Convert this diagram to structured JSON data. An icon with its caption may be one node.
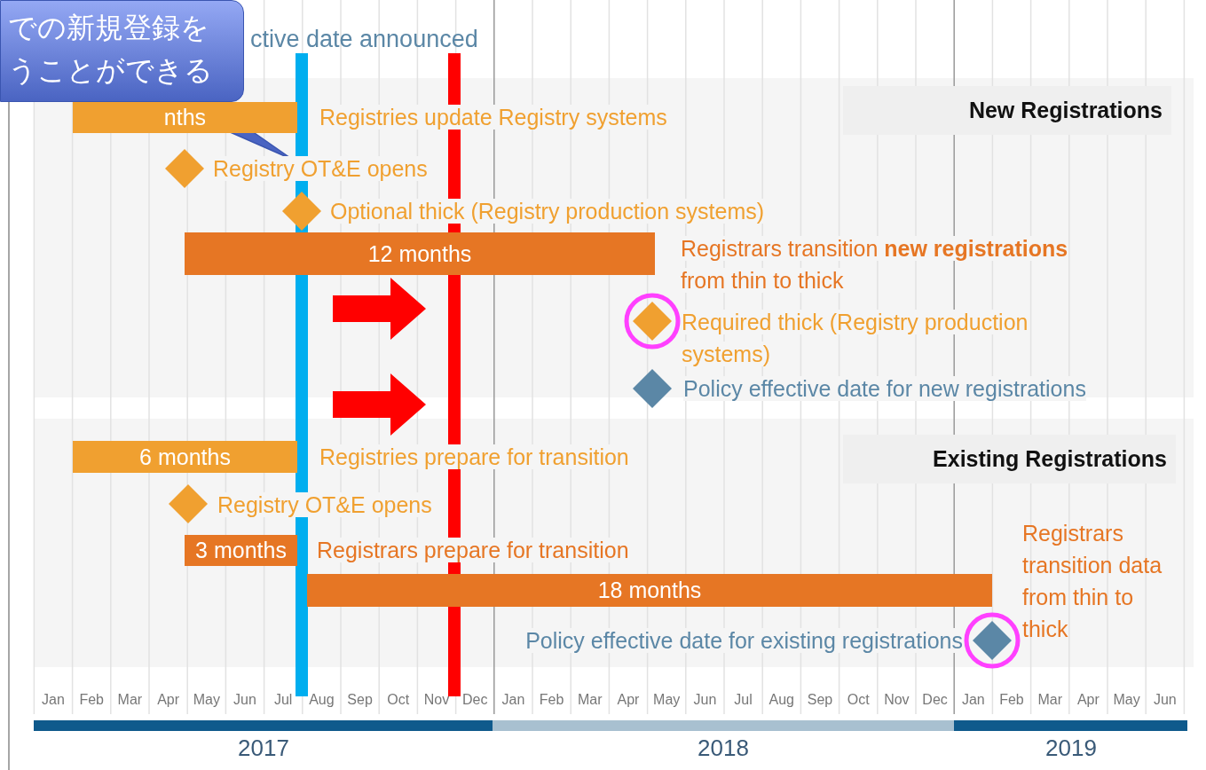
{
  "diagram": {
    "nodes": [
      {
        "text": [
          "での新規登録をうことができる"
        ]
      },
      {
        "text": [
          "nths"
        ],
        "beside": [
          "Registries update Registry systems"
        ]
      },
      {
        "text": [],
        "shape": "diamond",
        "beside": [
          "Registry OT&E opens"
        ]
      },
      {
        "text": [],
        "shape": "diamond",
        "beside": [
          "Optional thick (Registry production systems)"
        ]
      },
      {
        "text": [
          "12 months"
        ],
        "beside": [
          "Registrars transition **new registrations** from thin to thick"
        ]
      },
      {
        "text": [],
        "shape": "diamond",
        "beside": [
          "Required thick (Registry production systems)"
        ]
      },
      {
        "text": [],
        "shape": "diamond",
        "beside": [
          "Policy  effective date for new registrations"
        ]
      },
      {
        "text": [
          "New Registrations"
        ]
      },
      {
        "text": [
          "Existing Registrations"
        ]
      },
      {
        "text": [
          "6 months"
        ],
        "beside": [
          "Registries prepare for transition"
        ]
      },
      {
        "text": [],
        "shape": "diamond",
        "beside": [
          "Registry OT&E opens"
        ]
      },
      {
        "text": [
          "3 months"
        ],
        "beside": [
          "Registrars prepare for transition"
        ]
      },
      {
        "text": [
          "18 months"
        ]
      },
      {
        "text": [],
        "shape": "diamond",
        "beside": [
          "Policy effective date for existing registrations"
        ]
      }
    ],
    "labels": [
      "ctive date announced",
      "Jan",
      "Feb",
      "Mar",
      "Apr",
      "May",
      "Jun",
      "Jul",
      "Aug",
      "Sep",
      "Oct",
      "Nov",
      "Dec",
      "Jan",
      "Feb",
      "Mar",
      "Apr",
      "May",
      "Jun",
      "Jul",
      "Aug",
      "Sep",
      "Oct",
      "Nov",
      "Dec",
      "Jan",
      "Feb",
      "Mar",
      "Apr",
      "May",
      "Jun",
      "2017",
      "2018",
      "2019",
      "Registrars transition data from thin to thick"
    ]
  }
}
